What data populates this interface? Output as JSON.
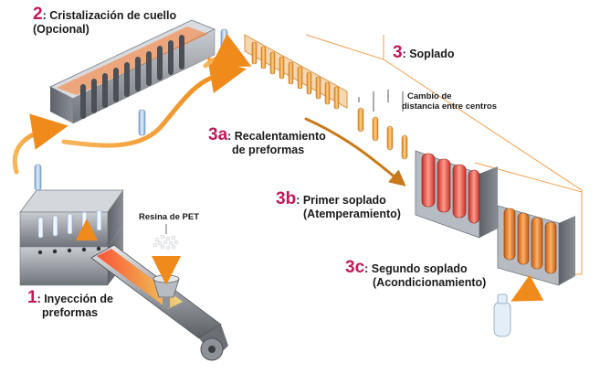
{
  "steps": [
    {
      "id": "1",
      "number": "1",
      "line1": ": Inyección de",
      "line2": "preformas"
    },
    {
      "id": "2",
      "number": "2",
      "line1": ": Cristalización de cuello",
      "line2": "(Opcional)"
    },
    {
      "id": "3",
      "number": "3",
      "line1": ": Soplado",
      "line2": ""
    },
    {
      "id": "3a",
      "number": "3a",
      "line1": ": Recalentamiento",
      "line2": "de preformas"
    },
    {
      "id": "3b",
      "number": "3b",
      "line1": ": Primer soplado",
      "line2": "(Atemperamiento)"
    },
    {
      "id": "3c",
      "number": "3c",
      "line1": ": Segundo soplado",
      "line2": "(Acondicionamiento)"
    }
  ],
  "annotations": {
    "resin": "Resina de PET",
    "pitch_change_line1": "Cambio de",
    "pitch_change_line2": "distancia entre centros"
  },
  "colors": {
    "step_number": "#c2185b",
    "flow_arrow": "#f39a1e",
    "process_arrow": "#c87a1a",
    "connector_line": "#f0a050",
    "mold_grey": "#8d9198",
    "heated_preform": "#e8552a"
  }
}
